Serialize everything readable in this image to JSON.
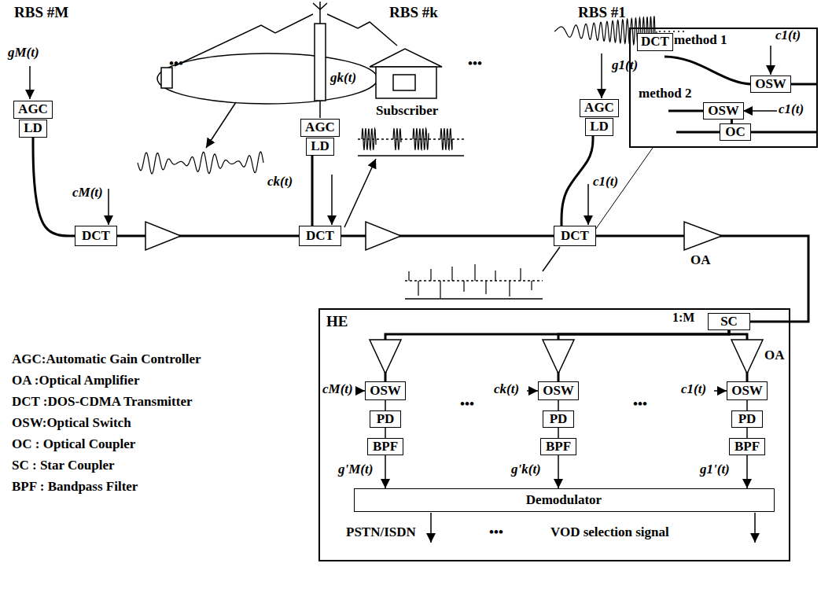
{
  "diagram": {
    "nodes": [
      {
        "text": [
          "AGC"
        ]
      },
      {
        "text": [
          "LD"
        ]
      },
      {
        "text": [
          "AGC"
        ]
      },
      {
        "text": [
          "LD"
        ]
      },
      {
        "text": [
          "AGC"
        ]
      },
      {
        "text": [
          "LD"
        ]
      },
      {
        "text": [
          "DCT"
        ]
      },
      {
        "text": [
          "OSW"
        ],
        "in": 6
      },
      {
        "text": [
          "OSW"
        ],
        "in": 6
      },
      {
        "text": [
          "OC"
        ],
        "in": 6
      },
      {
        "text": [
          "DCT"
        ]
      },
      {
        "text": [
          "DCT"
        ]
      },
      {
        "text": [
          "DCT"
        ]
      },
      {
        "text": [
          "HE"
        ]
      },
      {
        "text": [
          "SC"
        ],
        "in": 13
      },
      {
        "text": [
          "OSW"
        ],
        "in": 13
      },
      {
        "text": [
          "OSW"
        ],
        "in": 13
      },
      {
        "text": [
          "OSW"
        ],
        "in": 13
      },
      {
        "text": [
          "PD"
        ],
        "in": 13
      },
      {
        "text": [
          "PD"
        ],
        "in": 13
      },
      {
        "text": [
          "PD"
        ],
        "in": 13
      },
      {
        "text": [
          "BPF"
        ],
        "in": 13
      },
      {
        "text": [
          "BPF"
        ],
        "in": 13
      },
      {
        "text": [
          "BPF"
        ],
        "in": 13
      },
      {
        "text": [
          "Demodulator"
        ],
        "in": 13
      }
    ],
    "edges": [
      {
        "from": 1,
        "to": 10,
        "arrow": "none"
      },
      {
        "from": 3,
        "to": 11,
        "arrow": "none"
      },
      {
        "from": 5,
        "to": 12,
        "arrow": "none"
      },
      {
        "from": 8,
        "to": 9,
        "arrow": "none"
      },
      {
        "from": 10,
        "to": 11,
        "arrow": "none"
      },
      {
        "from": 11,
        "to": 12,
        "arrow": "none"
      },
      {
        "from": 12,
        "to": 14,
        "arrow": "none"
      },
      {
        "from": 14,
        "to": 15,
        "arrow": "none"
      },
      {
        "from": 14,
        "to": 16,
        "arrow": "none"
      },
      {
        "from": 14,
        "to": 17,
        "arrow": "none"
      },
      {
        "from": 15,
        "to": 18,
        "arrow": "none"
      },
      {
        "from": 16,
        "to": 19,
        "arrow": "none"
      },
      {
        "from": 17,
        "to": 20,
        "arrow": "none"
      },
      {
        "from": 18,
        "to": 21,
        "arrow": "none"
      },
      {
        "from": 19,
        "to": 22,
        "arrow": "none"
      },
      {
        "from": 20,
        "to": 23,
        "arrow": "none"
      },
      {
        "from": 21,
        "to": 24,
        "arrow": "to"
      },
      {
        "from": 22,
        "to": 24,
        "arrow": "to"
      },
      {
        "from": 23,
        "to": 24,
        "arrow": "to"
      }
    ],
    "labels": [
      "RBS #M",
      "RBS #k",
      "RBS #1",
      "gM(t)",
      "gk(t)",
      "g1(t)",
      "•••",
      "•••",
      "Subscriber",
      "method 1",
      "c1(t)",
      "method 2",
      "c1(t)",
      "cM(t)",
      "ck(t)",
      "c1(t)",
      "OA",
      "1:M",
      "OA",
      "cM(t)",
      "ck(t)",
      "c1(t)",
      "•••",
      "•••",
      "g'M(t)",
      "g'k(t)",
      "g1'(t)",
      "PSTN/ISDN",
      "•••",
      "VOD selection signal",
      "AGC:Automatic Gain Controller",
      "OA :Optical Amplifier",
      "DCT :DOS-CDMA Transmitter",
      "OSW:Optical Switch",
      "OC : Optical Coupler",
      "SC : Star Coupler",
      "BPF : Bandpass Filter"
    ]
  }
}
